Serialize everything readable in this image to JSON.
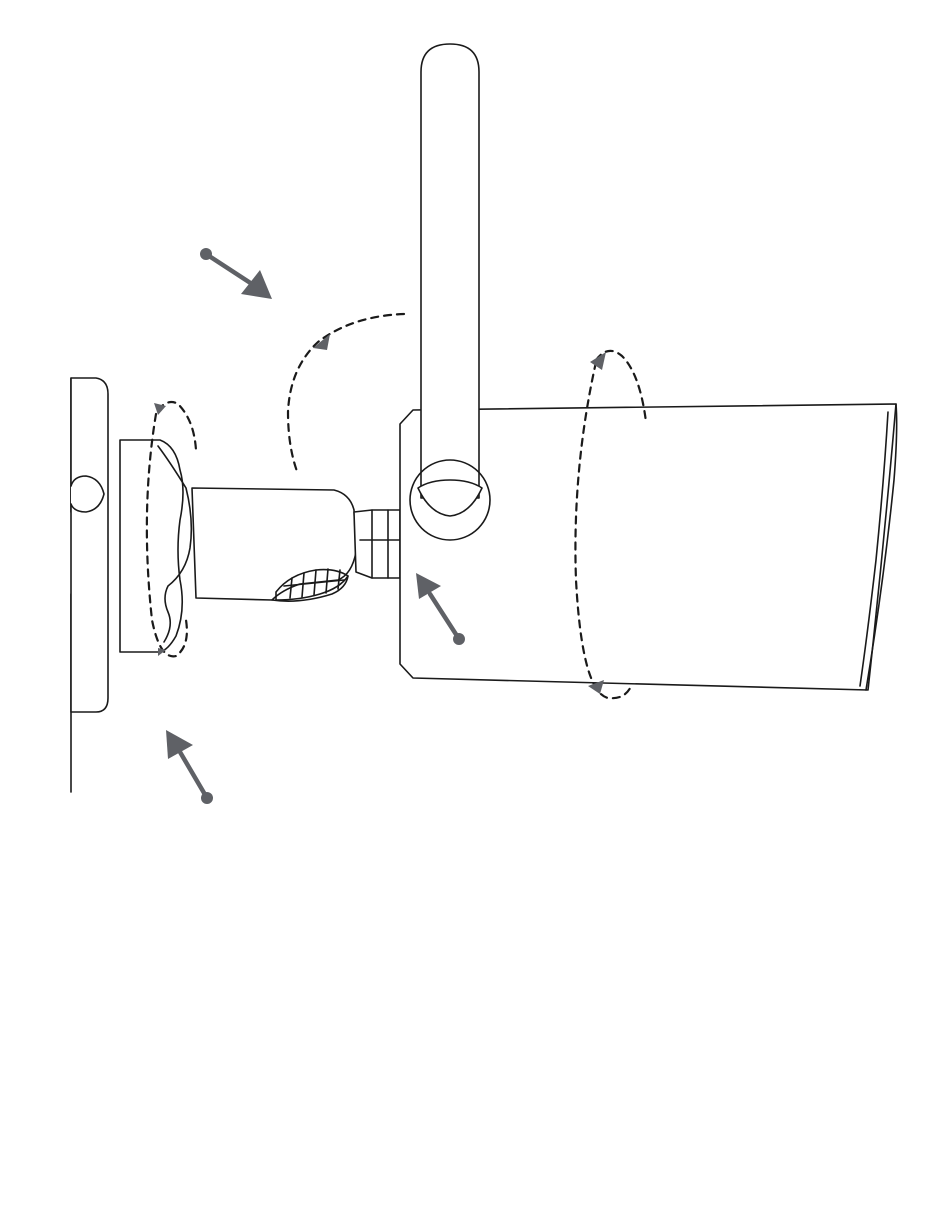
{
  "figure": {
    "type": "line-drawing",
    "subject": "camera-mount-adjustment",
    "parts": [
      "wall-mount-base",
      "mount-collar",
      "mount-arm",
      "swivel-joint",
      "camera-body",
      "antenna",
      "lens-front"
    ],
    "rotation_indicators": 4,
    "callout_pointers": 3,
    "colors": {
      "line": "#1a1a1a",
      "callout": "#5f6166",
      "background": "#ffffff"
    }
  }
}
